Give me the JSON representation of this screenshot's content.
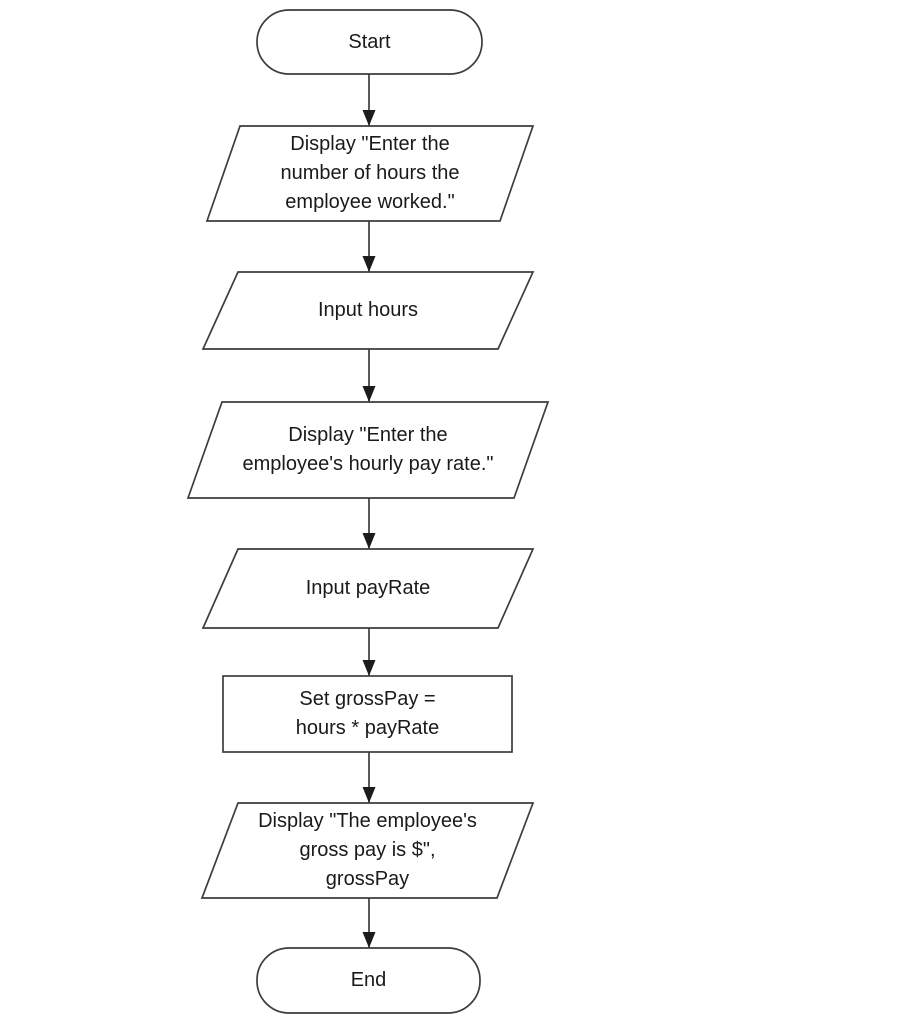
{
  "colors": {
    "background": "#ffffff",
    "shape_fill": "#ffffff",
    "shape_stroke": "#3d3d3d",
    "arrowhead": "#1c1c1c",
    "text": "#1a1a1a"
  },
  "flowchart": {
    "description": "Flowchart computing an employee's gross pay",
    "nodes": {
      "start": {
        "type": "terminal",
        "label": "Start"
      },
      "display_hours_prompt": {
        "type": "input-output",
        "lines": [
          "Display \"Enter the",
          "number of hours the",
          "employee worked.\""
        ]
      },
      "input_hours": {
        "type": "input-output",
        "lines": [
          "Input hours"
        ]
      },
      "display_payrate_prompt": {
        "type": "input-output",
        "lines": [
          "Display \"Enter the",
          "employee's hourly pay rate.\""
        ]
      },
      "input_payrate": {
        "type": "input-output",
        "lines": [
          "Input payRate"
        ]
      },
      "set_grosspay": {
        "type": "process",
        "lines": [
          "Set grossPay =",
          "hours * payRate"
        ]
      },
      "display_grosspay": {
        "type": "input-output",
        "lines": [
          "Display \"The employee's",
          "gross pay is $\",",
          "grossPay"
        ]
      },
      "end": {
        "type": "terminal",
        "label": "End"
      }
    }
  }
}
